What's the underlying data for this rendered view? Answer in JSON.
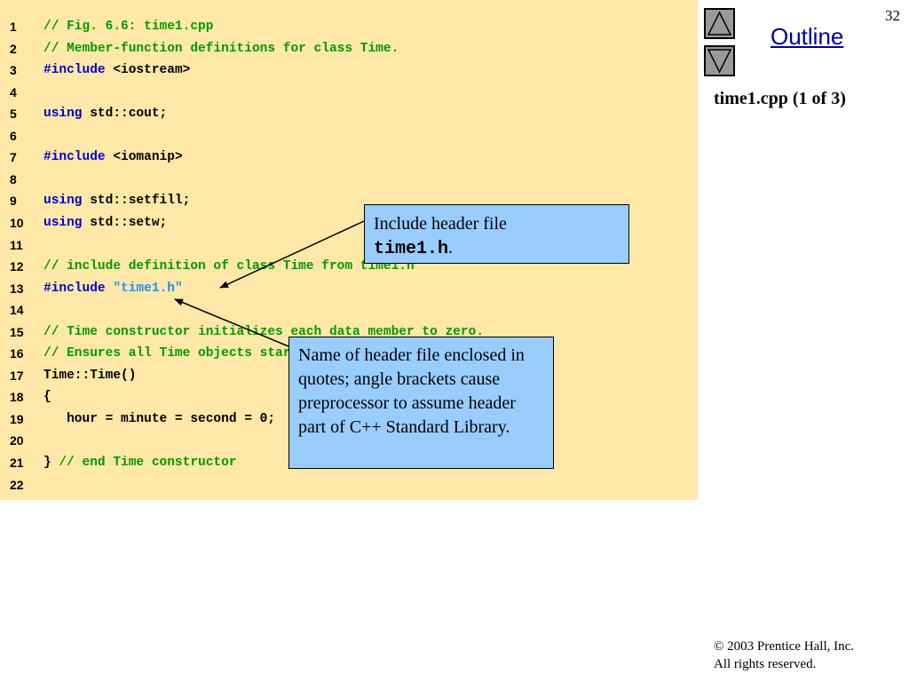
{
  "slide": {
    "page_number": "32",
    "outline_label": "Outline",
    "subtitle": "time1.cpp (1 of 3)",
    "copyright_line1": "© 2003 Prentice Hall, Inc.",
    "copyright_line2": "All rights reserved."
  },
  "code_lines": [
    {
      "n": "1",
      "parts": [
        {
          "t": "// Fig. 6.6: time1.cpp",
          "c": "comment"
        }
      ]
    },
    {
      "n": "2",
      "parts": [
        {
          "t": "// Member-function definitions for class Time.",
          "c": "comment"
        }
      ]
    },
    {
      "n": "3",
      "parts": [
        {
          "t": "#include",
          "c": "keyword"
        },
        {
          "t": " <iostream>",
          "c": "text"
        }
      ]
    },
    {
      "n": "4",
      "parts": []
    },
    {
      "n": "5",
      "parts": [
        {
          "t": "using",
          "c": "keyword"
        },
        {
          "t": " std::cout;",
          "c": "text"
        }
      ]
    },
    {
      "n": "6",
      "parts": []
    },
    {
      "n": "7",
      "parts": [
        {
          "t": "#include",
          "c": "keyword"
        },
        {
          "t": " <iomanip>",
          "c": "text"
        }
      ]
    },
    {
      "n": "8",
      "parts": []
    },
    {
      "n": "9",
      "parts": [
        {
          "t": "using",
          "c": "keyword"
        },
        {
          "t": " std::setfill;",
          "c": "text"
        }
      ]
    },
    {
      "n": "10",
      "parts": [
        {
          "t": "using",
          "c": "keyword"
        },
        {
          "t": " std::setw;",
          "c": "text"
        }
      ]
    },
    {
      "n": "11",
      "parts": []
    },
    {
      "n": "12",
      "parts": [
        {
          "t": "// include definition of class Time from time1.h",
          "c": "comment"
        }
      ]
    },
    {
      "n": "13",
      "parts": [
        {
          "t": "#include",
          "c": "keyword"
        },
        {
          "t": " ",
          "c": "text"
        },
        {
          "t": "\"time1.h\"",
          "c": "string"
        }
      ]
    },
    {
      "n": "14",
      "parts": []
    },
    {
      "n": "15",
      "parts": [
        {
          "t": "// Time constructor initializes each data member to zero.",
          "c": "comment"
        }
      ]
    },
    {
      "n": "16",
      "parts": [
        {
          "t": "// Ensures all Time objects start in a consistent state.",
          "c": "comment"
        }
      ]
    },
    {
      "n": "17",
      "parts": [
        {
          "t": "Time::Time()",
          "c": "text"
        }
      ]
    },
    {
      "n": "18",
      "parts": [
        {
          "t": "{",
          "c": "text"
        }
      ]
    },
    {
      "n": "19",
      "parts": [
        {
          "t": "   hour = minute = second = 0;",
          "c": "text"
        }
      ]
    },
    {
      "n": "20",
      "parts": []
    },
    {
      "n": "21",
      "parts": [
        {
          "t": "} ",
          "c": "text"
        },
        {
          "t": "// end Time constructor",
          "c": "comment"
        }
      ]
    },
    {
      "n": "22",
      "parts": []
    }
  ],
  "callouts": {
    "include_header": {
      "prefix": "Include header file ",
      "code": "time1.h",
      "suffix": "."
    },
    "quotes_note": {
      "text": "Name of header file enclosed in quotes; angle brackets cause preprocessor to assume header part of C++ Standard Library."
    }
  },
  "colors": {
    "code_background": "#FFE8A8",
    "callout_background": "#99CCFF",
    "comment": "#009900",
    "keyword": "#0000CC",
    "string": "#1E90FF",
    "nav_button": "#999999"
  },
  "icons": {
    "nav_up": "triangle-up-icon",
    "nav_down": "triangle-down-icon"
  }
}
